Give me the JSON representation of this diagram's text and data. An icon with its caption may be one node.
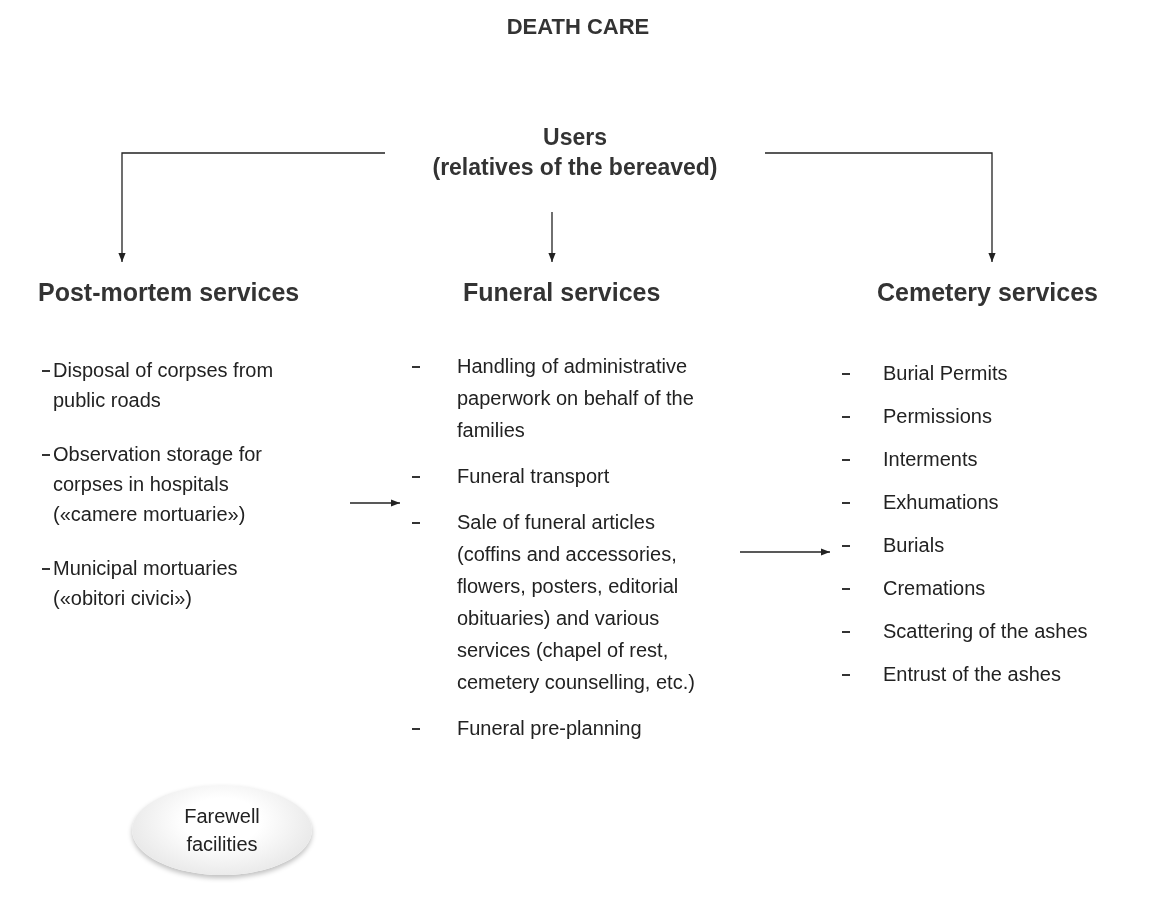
{
  "diagram": {
    "title": "DEATH CARE",
    "nodes": [
      {
        "text": [
          "Users",
          "(relatives of the bereaved)"
        ]
      },
      {
        "text": [
          "Post-mortem services",
          "Disposal of corpses from public roads",
          "Observation storage for corpses in hospitals («camere mortuarie»)",
          "Municipal mortuaries («obitori civici»)"
        ]
      },
      {
        "text": [
          "Funeral services",
          "Handling of administrative paperwork on behalf of the families",
          "Funeral transport",
          "Sale of funeral articles (coffins and accessories, flowers, posters, editorial obituaries) and various services (chapel of rest, cemetery counselling, etc.)",
          "Funeral pre-planning"
        ]
      },
      {
        "text": [
          "Cemetery services",
          "Burial Permits",
          "Permissions",
          "Interments",
          "Exhumations",
          "Burials",
          "Cremations",
          "Scattering of the ashes",
          "Entrust of the ashes"
        ]
      },
      {
        "text": [
          "Farewell facilities"
        ]
      }
    ],
    "edges": [
      {
        "from": 0,
        "to": 1,
        "arrow": "to"
      },
      {
        "from": 0,
        "to": 2,
        "arrow": "to"
      },
      {
        "from": 0,
        "to": 3,
        "arrow": "to"
      },
      {
        "from": 1,
        "to": 2,
        "arrow": "to"
      },
      {
        "from": 2,
        "to": 3,
        "arrow": "to"
      }
    ]
  }
}
